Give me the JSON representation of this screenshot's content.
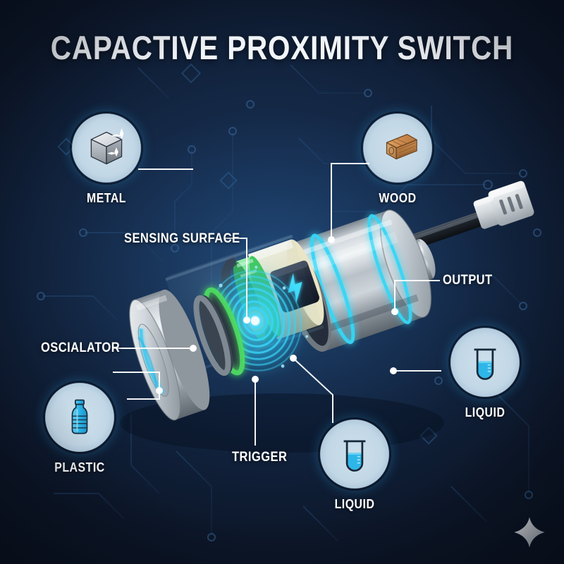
{
  "title": "CAPACTIVE PROXIMITY SWITCH",
  "theme": {
    "background_dark": "#0b1220",
    "background_center": "#1b3a63",
    "accent_cyan": "#2ec8f0",
    "badge_ring": "#2a9fe0",
    "badge_fill": "#c6daea",
    "coil_green": "#46d35a",
    "text": "#ffffff"
  },
  "badges": [
    {
      "id": "metal",
      "label": "METAL",
      "icon": "metal-cube-icon"
    },
    {
      "id": "wood",
      "label": "WOOD",
      "icon": "wood-block-icon"
    },
    {
      "id": "liquid_right",
      "label": "LIQUID",
      "icon": "test-tube-icon"
    },
    {
      "id": "liquid_bottom",
      "label": "LIQUID",
      "icon": "test-tube-icon"
    },
    {
      "id": "plastic",
      "label": "PLASTIC",
      "icon": "plastic-bottle-icon"
    }
  ],
  "callouts": [
    {
      "id": "sensing_surface",
      "label": "SENSING SURFACE"
    },
    {
      "id": "oscialator",
      "label": "OSCIALATOR"
    },
    {
      "id": "trigger",
      "label": "TRIGGER"
    },
    {
      "id": "output",
      "label": "OUTPUT"
    }
  ],
  "device": {
    "name": "capacitive-proximity-sensor",
    "parts": [
      "sensing-head-disc",
      "green-coil-ring",
      "sensing-field-spiral",
      "trigger-module",
      "housing-barrel",
      "cyan-glow-rings",
      "output-cable",
      "connector-plug"
    ],
    "module_icon": "lightning-bolt-icon"
  },
  "decoration": {
    "sparkle": "sparkle-icon"
  }
}
